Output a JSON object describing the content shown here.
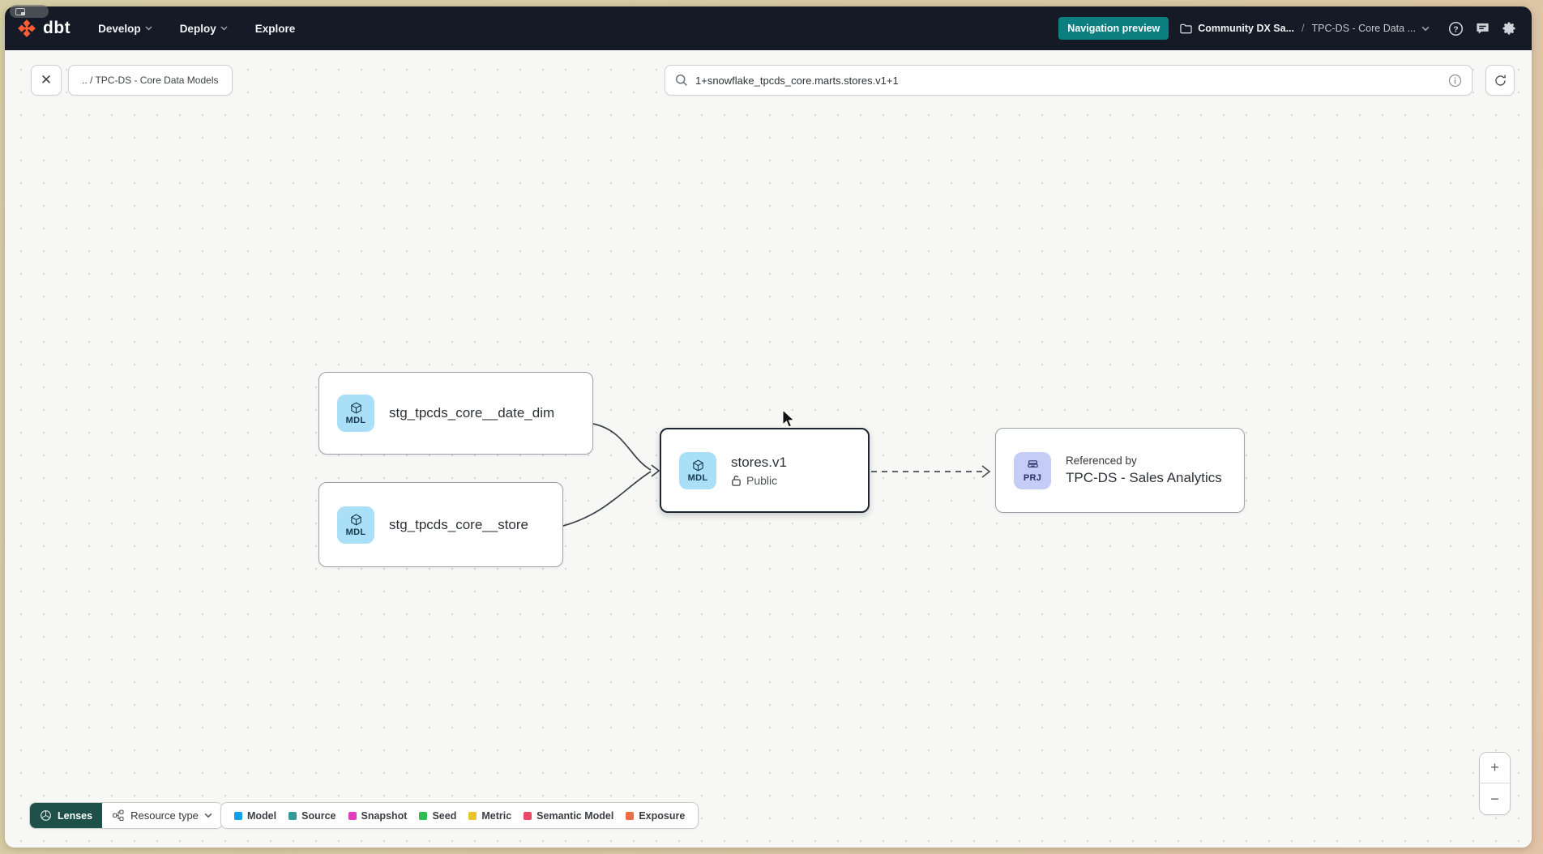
{
  "nav": {
    "logo_text": "dbt",
    "items": [
      {
        "label": "Develop"
      },
      {
        "label": "Deploy"
      },
      {
        "label": "Explore"
      }
    ],
    "preview_badge": {
      "label": "Navigation preview",
      "color": "#0d7f80"
    },
    "breadcrumb": {
      "account": "Community DX Sa...",
      "separator": "/",
      "project": "TPC-DS - Core Data ..."
    },
    "icons": [
      "help-icon",
      "feedback-icon",
      "gear-icon"
    ]
  },
  "toolbar": {
    "close_label": "✕",
    "path_chip": ".. / TPC-DS - Core Data Models",
    "search_value": "1+snowflake_tpcds_core.marts.stores.v1+1"
  },
  "graph": {
    "nodes": [
      {
        "badge": "MDL",
        "title": "stg_tpcds_core__date_dim"
      },
      {
        "badge": "MDL",
        "title": "stg_tpcds_core__store"
      },
      {
        "badge": "MDL",
        "title": "stores.v1",
        "subtitle": "Public",
        "selected": true
      },
      {
        "badge": "PRJ",
        "kicker": "Referenced by",
        "title": "TPC-DS - Sales Analytics"
      }
    ],
    "badge_colors": {
      "MDL": "#a9e0f8",
      "PRJ": "#c5ccf5"
    }
  },
  "footer": {
    "lenses_label": "Lenses",
    "resource_type_label": "Resource type",
    "legend": [
      {
        "label": "Model",
        "color": "#14a0e6"
      },
      {
        "label": "Source",
        "color": "#339a96"
      },
      {
        "label": "Snapshot",
        "color": "#e03ebe"
      },
      {
        "label": "Seed",
        "color": "#2ebd4f"
      },
      {
        "label": "Metric",
        "color": "#e9c32a"
      },
      {
        "label": "Semantic Model",
        "color": "#ea4867"
      },
      {
        "label": "Exposure",
        "color": "#e96e45"
      }
    ],
    "zoom_in": "+",
    "zoom_out": "−"
  }
}
